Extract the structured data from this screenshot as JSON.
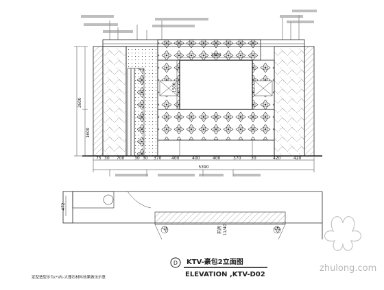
{
  "drawing": {
    "dimensions": {
      "top_width": "1800",
      "mirror_height": "1500",
      "left_total_height": "2600",
      "left_lower_height": "1600",
      "bottom_segments": [
        "75",
        "30",
        "700",
        "30",
        "30",
        "370",
        "400",
        "400",
        "400",
        "370",
        "30",
        "420",
        "420"
      ],
      "bottom_total": "5390",
      "plan_depth": "472",
      "plan_label": "前房",
      "plan_label_2": "11/40"
    },
    "title": {
      "marker": "D",
      "main": "KTV-豪包2立面图",
      "sub": "ELEVATION ,KTV-D02"
    },
    "footer_note": "定型造型示为(*)内-大理石材料效果做法示意",
    "watermark": "zhulong.com"
  }
}
